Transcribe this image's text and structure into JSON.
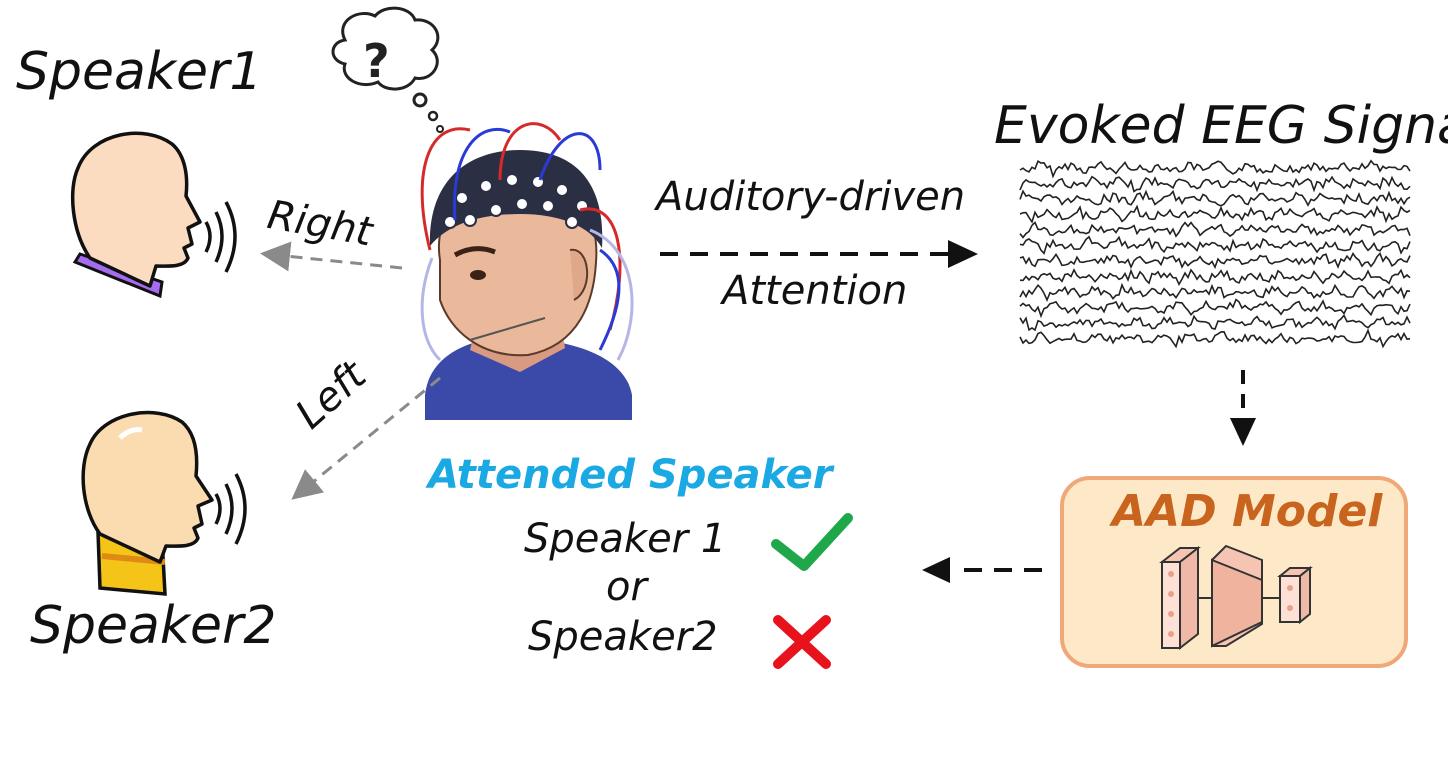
{
  "labels": {
    "speaker1_title": "Speaker1",
    "speaker2_title": "Speaker2",
    "right": "Right",
    "left": "Left",
    "auditory_driven": "Auditory-driven",
    "attention": "Attention",
    "evoked_eeg": "Evoked EEG Signal",
    "attended_speaker": "Attended Speaker",
    "option1": "Speaker 1",
    "or": "or",
    "option2": "Speaker2",
    "aad_model": "AAD Model",
    "thought_mark": "?"
  },
  "colors": {
    "attended": "#1aa9e3",
    "aad_text": "#c8641e",
    "aad_box_fill": "#fde8c8",
    "aad_box_border": "#f0a878",
    "check": "#1fa84a",
    "cross": "#e8121c",
    "shirt1": "#a66cf0",
    "shirt2": "#f4c419",
    "cap": "#2b2f44",
    "body": "#3b4aa8"
  },
  "icons": [
    "thought-bubble-icon",
    "speaker1-head-icon",
    "speaker2-head-icon",
    "listener-eeg-icon",
    "eeg-signal-icon",
    "network-icon",
    "check-icon",
    "cross-icon"
  ]
}
